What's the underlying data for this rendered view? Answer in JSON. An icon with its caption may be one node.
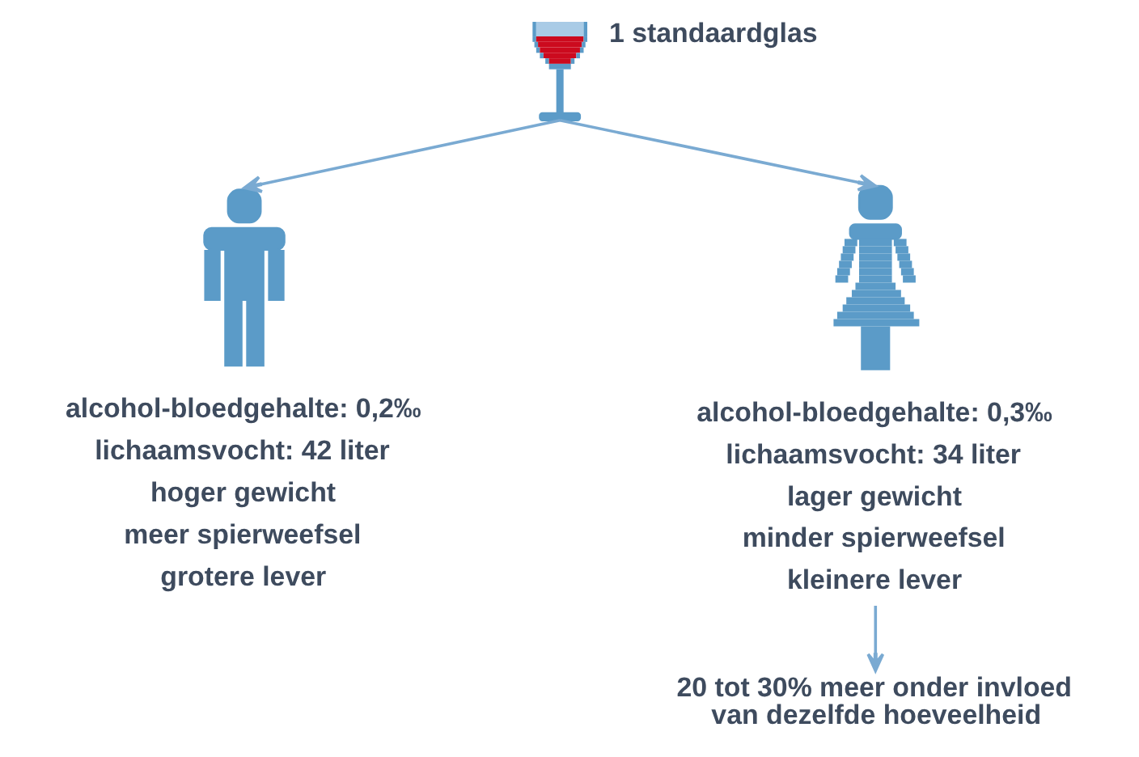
{
  "diagram": {
    "nodes": [
      {
        "text": [],
        "shape": "picture",
        "beside": [
          "1 standaardglas"
        ]
      },
      {
        "text": [],
        "shape": "person",
        "beside": [
          "alcohol-bloedgehalte: 0,2‰",
          "lichaamsvocht: 42 liter",
          "hoger gewicht",
          "meer spierweefsel",
          "grotere lever"
        ]
      },
      {
        "text": [],
        "shape": "person",
        "beside": [
          "alcohol-bloedgehalte: 0,3‰",
          "lichaamsvocht: 34 liter",
          "lager gewicht",
          "minder spierweefsel",
          "kleinere lever"
        ]
      },
      {
        "text": [
          "20 tot 30% meer onder invloed van dezelfde hoeveelheid"
        ]
      }
    ],
    "edges": [
      {
        "from": 0,
        "to": 1,
        "arrow": "to"
      },
      {
        "from": 0,
        "to": 2,
        "arrow": "to"
      },
      {
        "from": 2,
        "to": 3,
        "arrow": "to"
      }
    ]
  }
}
